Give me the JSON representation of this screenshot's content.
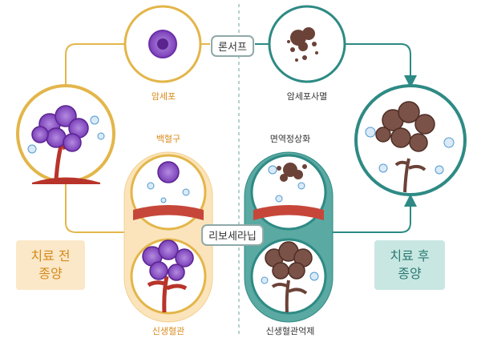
{
  "labels": {
    "cancer_cell": "암세포",
    "cancer_cell_death": "암세포사멸",
    "white_blood_cell": "백혈구",
    "immune_normalization": "면역정상화",
    "angiogenesis": "신생혈관",
    "angiogenesis_inhibition": "신생혈관억제"
  },
  "drugs": {
    "lonsurf": "론서프",
    "ramucirumab": "리보세라닙"
  },
  "tumor_boxes": {
    "before_line1": "치료 전",
    "before_line2": "종양",
    "after_line1": "치료 후",
    "after_line2": "종양"
  },
  "colors": {
    "before_accent": "#e3b64a",
    "after_accent": "#2e8a84",
    "cancer_purple": "#8a4fc4",
    "dead_brown": "#6b4238",
    "vessel_red": "#b8342a"
  }
}
